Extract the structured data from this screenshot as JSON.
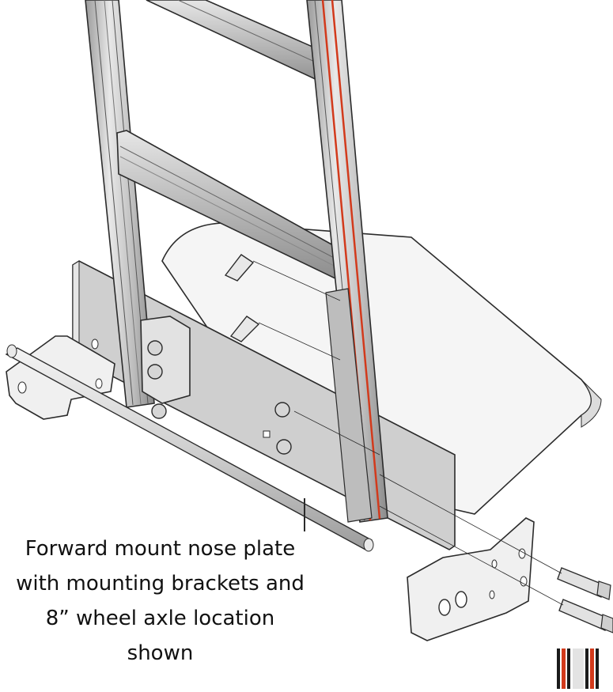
{
  "caption": {
    "lines": [
      "Forward mount nose plate",
      "with mounting brackets and",
      "8” wheel axle location",
      "shown"
    ]
  },
  "colors": {
    "metal": "#c9c9c9",
    "metal_light": "#e4e4e4",
    "metal_dark": "#8f8f8f",
    "plate": "#f1f1f1",
    "outline": "#2b2b2b",
    "accent_red": "#d23a1c",
    "background": "#ffffff"
  },
  "icons": [
    "rail-section-icon"
  ]
}
